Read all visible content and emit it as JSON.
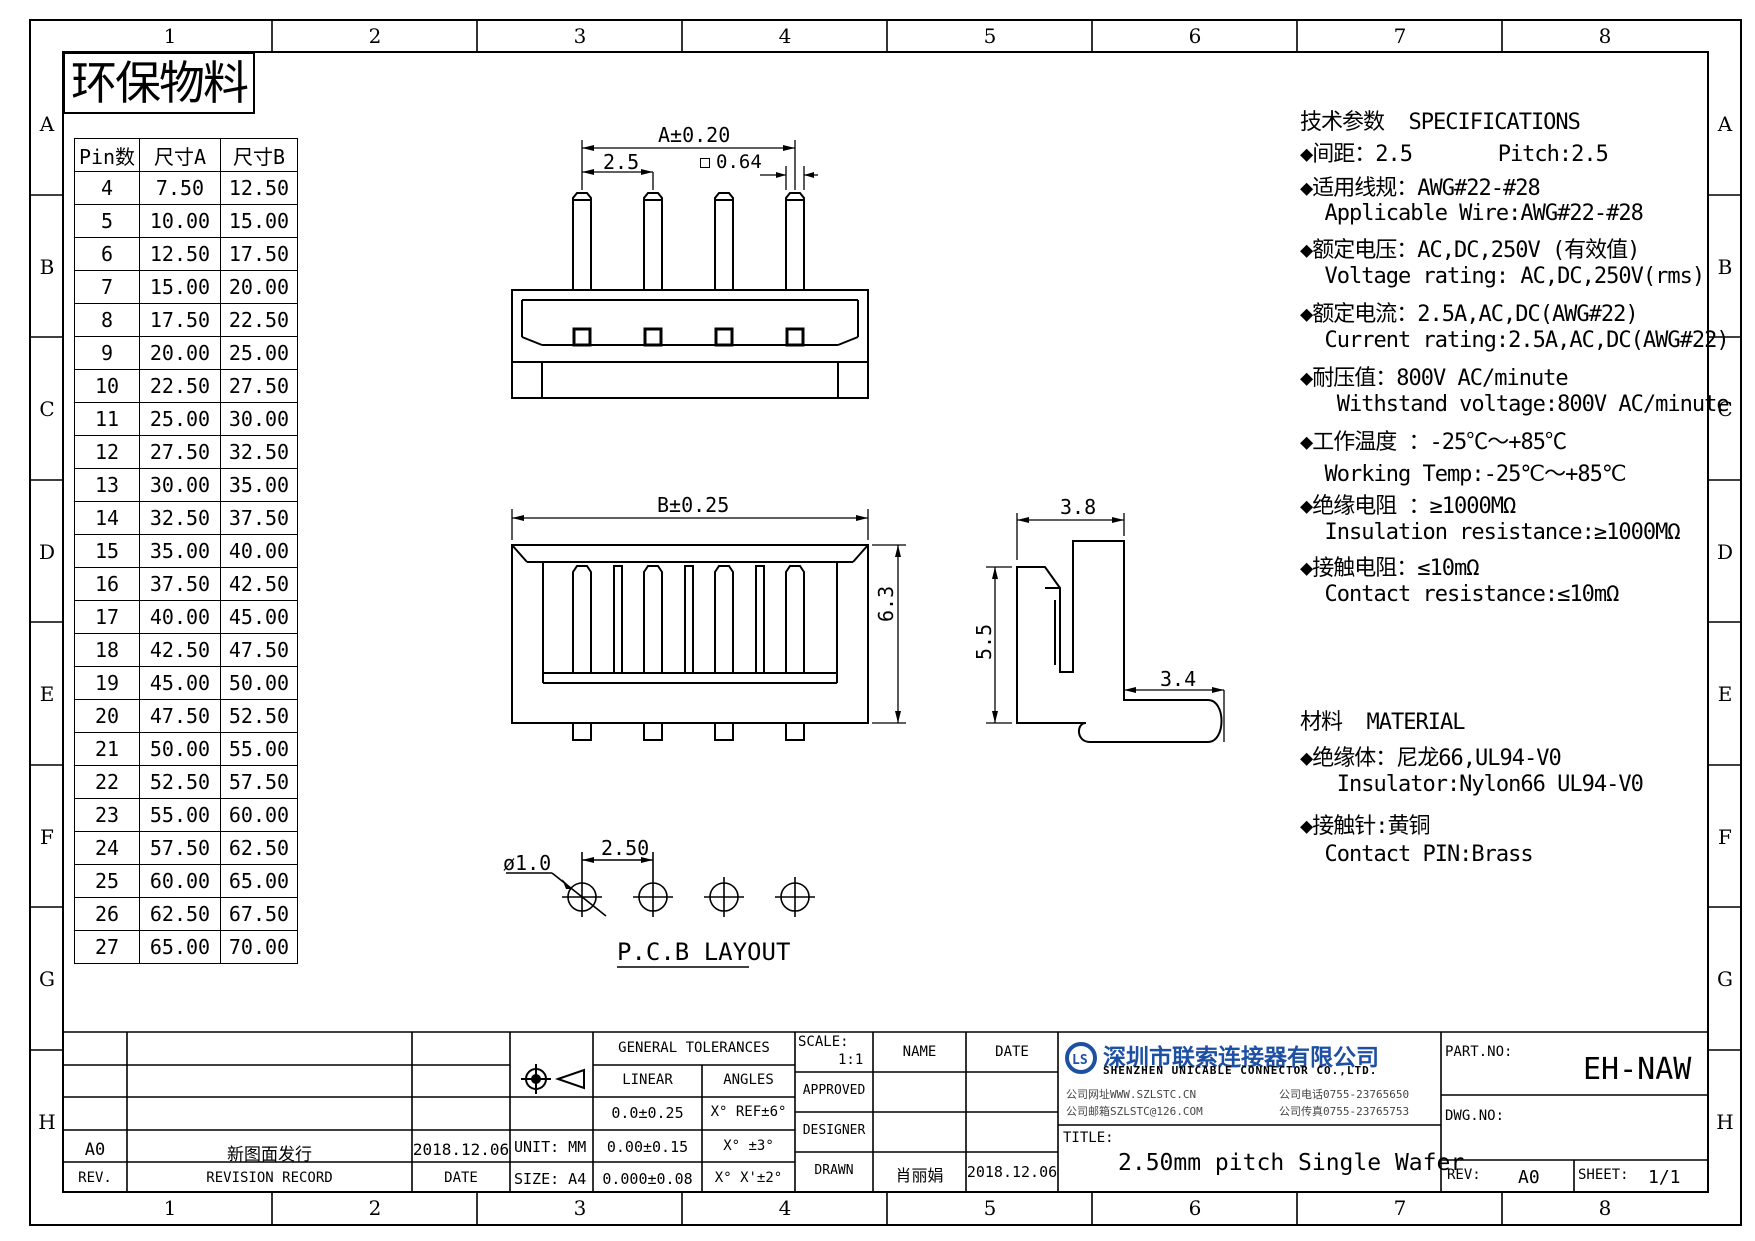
{
  "stamp": "环保物料",
  "zones": {
    "cols": [
      "1",
      "2",
      "3",
      "4",
      "5",
      "6",
      "7",
      "8"
    ],
    "rows": [
      "A",
      "B",
      "C",
      "D",
      "E",
      "F",
      "G",
      "H"
    ]
  },
  "pin_table": {
    "headers": [
      "Pin数",
      "尺寸A",
      "尺寸B"
    ],
    "rows": [
      [
        "4",
        "7.50",
        "12.50"
      ],
      [
        "5",
        "10.00",
        "15.00"
      ],
      [
        "6",
        "12.50",
        "17.50"
      ],
      [
        "7",
        "15.00",
        "20.00"
      ],
      [
        "8",
        "17.50",
        "22.50"
      ],
      [
        "9",
        "20.00",
        "25.00"
      ],
      [
        "10",
        "22.50",
        "27.50"
      ],
      [
        "11",
        "25.00",
        "30.00"
      ],
      [
        "12",
        "27.50",
        "32.50"
      ],
      [
        "13",
        "30.00",
        "35.00"
      ],
      [
        "14",
        "32.50",
        "37.50"
      ],
      [
        "15",
        "35.00",
        "40.00"
      ],
      [
        "16",
        "37.50",
        "42.50"
      ],
      [
        "17",
        "40.00",
        "45.00"
      ],
      [
        "18",
        "42.50",
        "47.50"
      ],
      [
        "19",
        "45.00",
        "50.00"
      ],
      [
        "20",
        "47.50",
        "52.50"
      ],
      [
        "21",
        "50.00",
        "55.00"
      ],
      [
        "22",
        "52.50",
        "57.50"
      ],
      [
        "23",
        "55.00",
        "60.00"
      ],
      [
        "24",
        "57.50",
        "62.50"
      ],
      [
        "25",
        "60.00",
        "65.00"
      ],
      [
        "26",
        "62.50",
        "67.50"
      ],
      [
        "27",
        "65.00",
        "70.00"
      ]
    ]
  },
  "dims": {
    "a_tol": "A±0.20",
    "pitch_top": "2.5",
    "pin_size": "0.64",
    "b_tol": "B±0.25",
    "height": "6.3",
    "side_width": "3.8",
    "side_height": "5.5",
    "tail": "3.4",
    "hole_dia": "ø1.0",
    "pcb_pitch": "2.50",
    "pcb_label": "P.C.B LAYOUT"
  },
  "specs": {
    "heading": "技术参数  SPECIFICATIONS",
    "lines": [
      "◆间距：2.5       Pitch:2.5",
      "◆适用线规：AWG#22-#28",
      "  Applicable Wire:AWG#22-#28",
      "◆额定电压：AC,DC,250V (有效值)",
      "  Voltage rating: AC,DC,250V(rms)",
      "◆额定电流：2.5A,AC,DC(AWG#22)",
      "  Current rating:2.5A,AC,DC(AWG#22)",
      "◆耐压值：800V AC/minute",
      "   Withstand voltage:800V AC/minute",
      "◆工作温度 ：-25℃～+85℃",
      "  Working Temp:-25℃～+85℃",
      "◆绝缘电阻 ：≥1000MΩ",
      "  Insulation resistance:≥1000MΩ",
      "◆接触电阻：≤10mΩ",
      "  Contact resistance:≤10mΩ"
    ],
    "material_heading": "材料  MATERIAL",
    "material_lines": [
      "◆绝缘体：尼龙66,UL94-V0",
      "   Insulator:Nylon66 UL94-V0",
      "◆接触针:黄铜",
      "  Contact PIN:Brass"
    ]
  },
  "title_block": {
    "rev_label": "REV.",
    "revision_record_label": "REVISION RECORD",
    "date_label": "DATE",
    "rev_row": {
      "rev": "A0",
      "record": "新图面发行",
      "date": "2018.12.06"
    },
    "unit": "UNIT: MM",
    "size": "SIZE: A4",
    "general_tolerances": "GENERAL TOLERANCES",
    "linear": "LINEAR",
    "angles": "ANGLES",
    "tol_linear": [
      "0.0±0.25",
      "0.00±0.15",
      "0.000±0.08"
    ],
    "tol_angles": [
      "X° REF±6°",
      "X° ±3°",
      "X° X'±2°"
    ],
    "scale_label": "SCALE:",
    "scale_value": "1:1",
    "name_label": "NAME",
    "date_label2": "DATE",
    "approved": "APPROVED",
    "designer": "DESIGNER",
    "drawn": "DRAWN",
    "drawn_name": "肖丽娟",
    "drawn_date": "2018.12.06",
    "company_cn": "深圳市联索连接器有限公司",
    "company_en": "SHENZHEN UNICABLE CONNECTOR CO.,LTD.",
    "web": "公司网址WWW.SZLSTC.CN",
    "email": "公司邮箱SZLSTC@126.COM",
    "phone": "公司电话0755-23765650",
    "fax": "公司传真0755-23765753",
    "title_label": "TITLE:",
    "title": "2.50mm pitch Single Wafer",
    "part_no_label": "PART.NO:",
    "part_no": "EH-NAW",
    "dwg_no_label": "DWG.NO:",
    "rev_label2": "REV:",
    "rev_value": "A0",
    "sheet_label": "SHEET:",
    "sheet_value": "1/1"
  },
  "colors": {
    "logo": "#1d4fa3"
  }
}
